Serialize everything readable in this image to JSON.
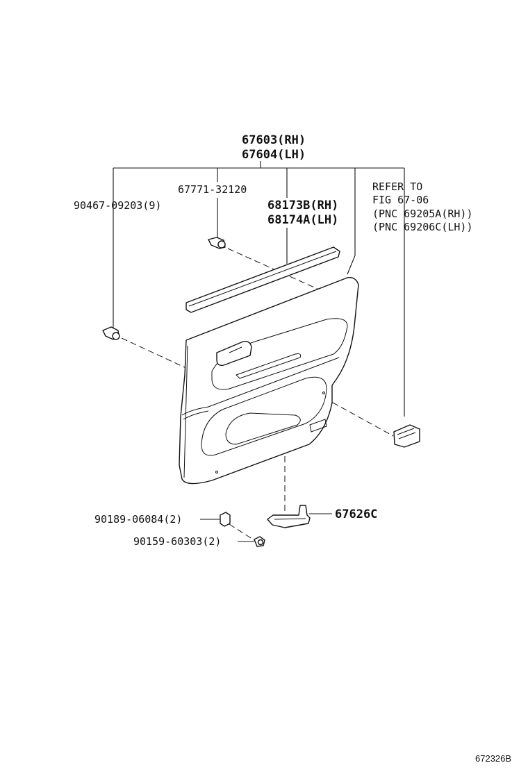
{
  "labels": {
    "assembly_rh": "67603(RH)",
    "assembly_lh": "67604(LH)",
    "clip_pn": "67771-32120",
    "clip_pn_qty": "90467-09203(9)",
    "weatherstrip_rh": "68173B(RH)",
    "weatherstrip_lh": "68174A(LH)",
    "refer_line1": "REFER TO",
    "refer_line2": "FIG 67-06",
    "refer_line3": "(PNC 69205A(RH))",
    "refer_line4": "(PNC 69206C(LH))",
    "bracket_pn": "67626C",
    "nut_pn": "90189-06084(2)",
    "screw_pn": "90159-60303(2)",
    "figure_code": "672326B"
  }
}
